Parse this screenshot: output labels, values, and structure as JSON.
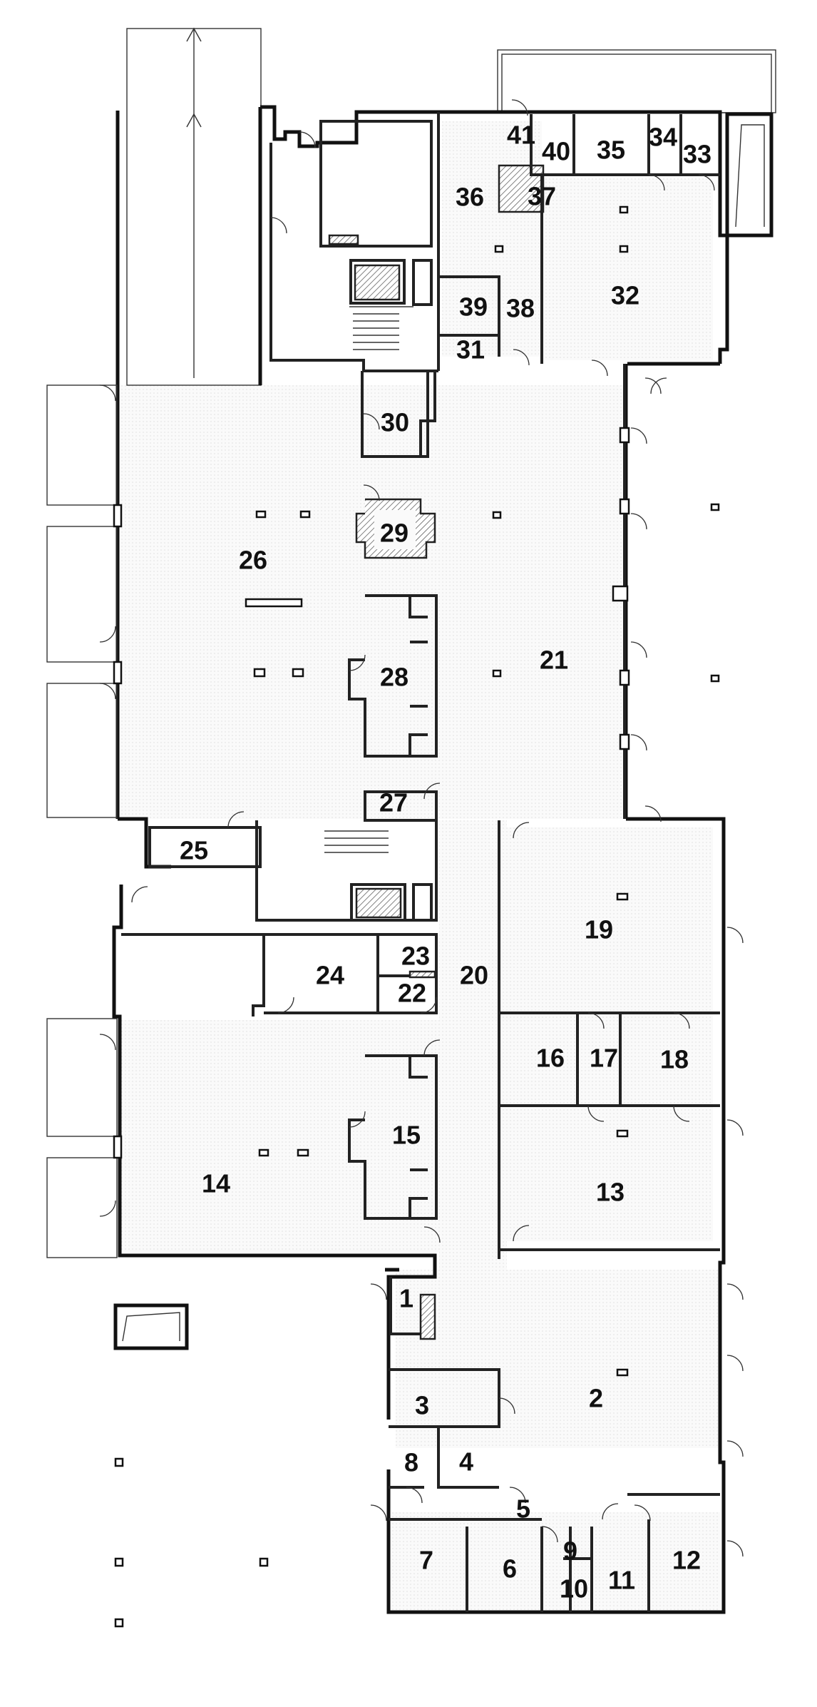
{
  "rooms": [
    {
      "id": "1",
      "label": "1"
    },
    {
      "id": "2",
      "label": "2"
    },
    {
      "id": "3",
      "label": "3"
    },
    {
      "id": "4",
      "label": "4"
    },
    {
      "id": "5",
      "label": "5"
    },
    {
      "id": "6",
      "label": "6"
    },
    {
      "id": "7",
      "label": "7"
    },
    {
      "id": "8",
      "label": "8"
    },
    {
      "id": "9",
      "label": "9"
    },
    {
      "id": "10",
      "label": "10"
    },
    {
      "id": "11",
      "label": "11"
    },
    {
      "id": "12",
      "label": "12"
    },
    {
      "id": "13",
      "label": "13"
    },
    {
      "id": "14",
      "label": "14"
    },
    {
      "id": "15",
      "label": "15"
    },
    {
      "id": "16",
      "label": "16"
    },
    {
      "id": "17",
      "label": "17"
    },
    {
      "id": "18",
      "label": "18"
    },
    {
      "id": "19",
      "label": "19"
    },
    {
      "id": "20",
      "label": "20"
    },
    {
      "id": "21",
      "label": "21"
    },
    {
      "id": "22",
      "label": "22"
    },
    {
      "id": "23",
      "label": "23"
    },
    {
      "id": "24",
      "label": "24"
    },
    {
      "id": "25",
      "label": "25"
    },
    {
      "id": "26",
      "label": "26"
    },
    {
      "id": "27",
      "label": "27"
    },
    {
      "id": "28",
      "label": "28"
    },
    {
      "id": "29",
      "label": "29"
    },
    {
      "id": "30",
      "label": "30"
    },
    {
      "id": "31",
      "label": "31"
    },
    {
      "id": "32",
      "label": "32"
    },
    {
      "id": "33",
      "label": "33"
    },
    {
      "id": "34",
      "label": "34"
    },
    {
      "id": "35",
      "label": "35"
    },
    {
      "id": "36",
      "label": "36"
    },
    {
      "id": "37",
      "label": "37"
    },
    {
      "id": "38",
      "label": "38"
    },
    {
      "id": "39",
      "label": "39"
    },
    {
      "id": "40",
      "label": "40"
    },
    {
      "id": "41",
      "label": "41"
    }
  ]
}
